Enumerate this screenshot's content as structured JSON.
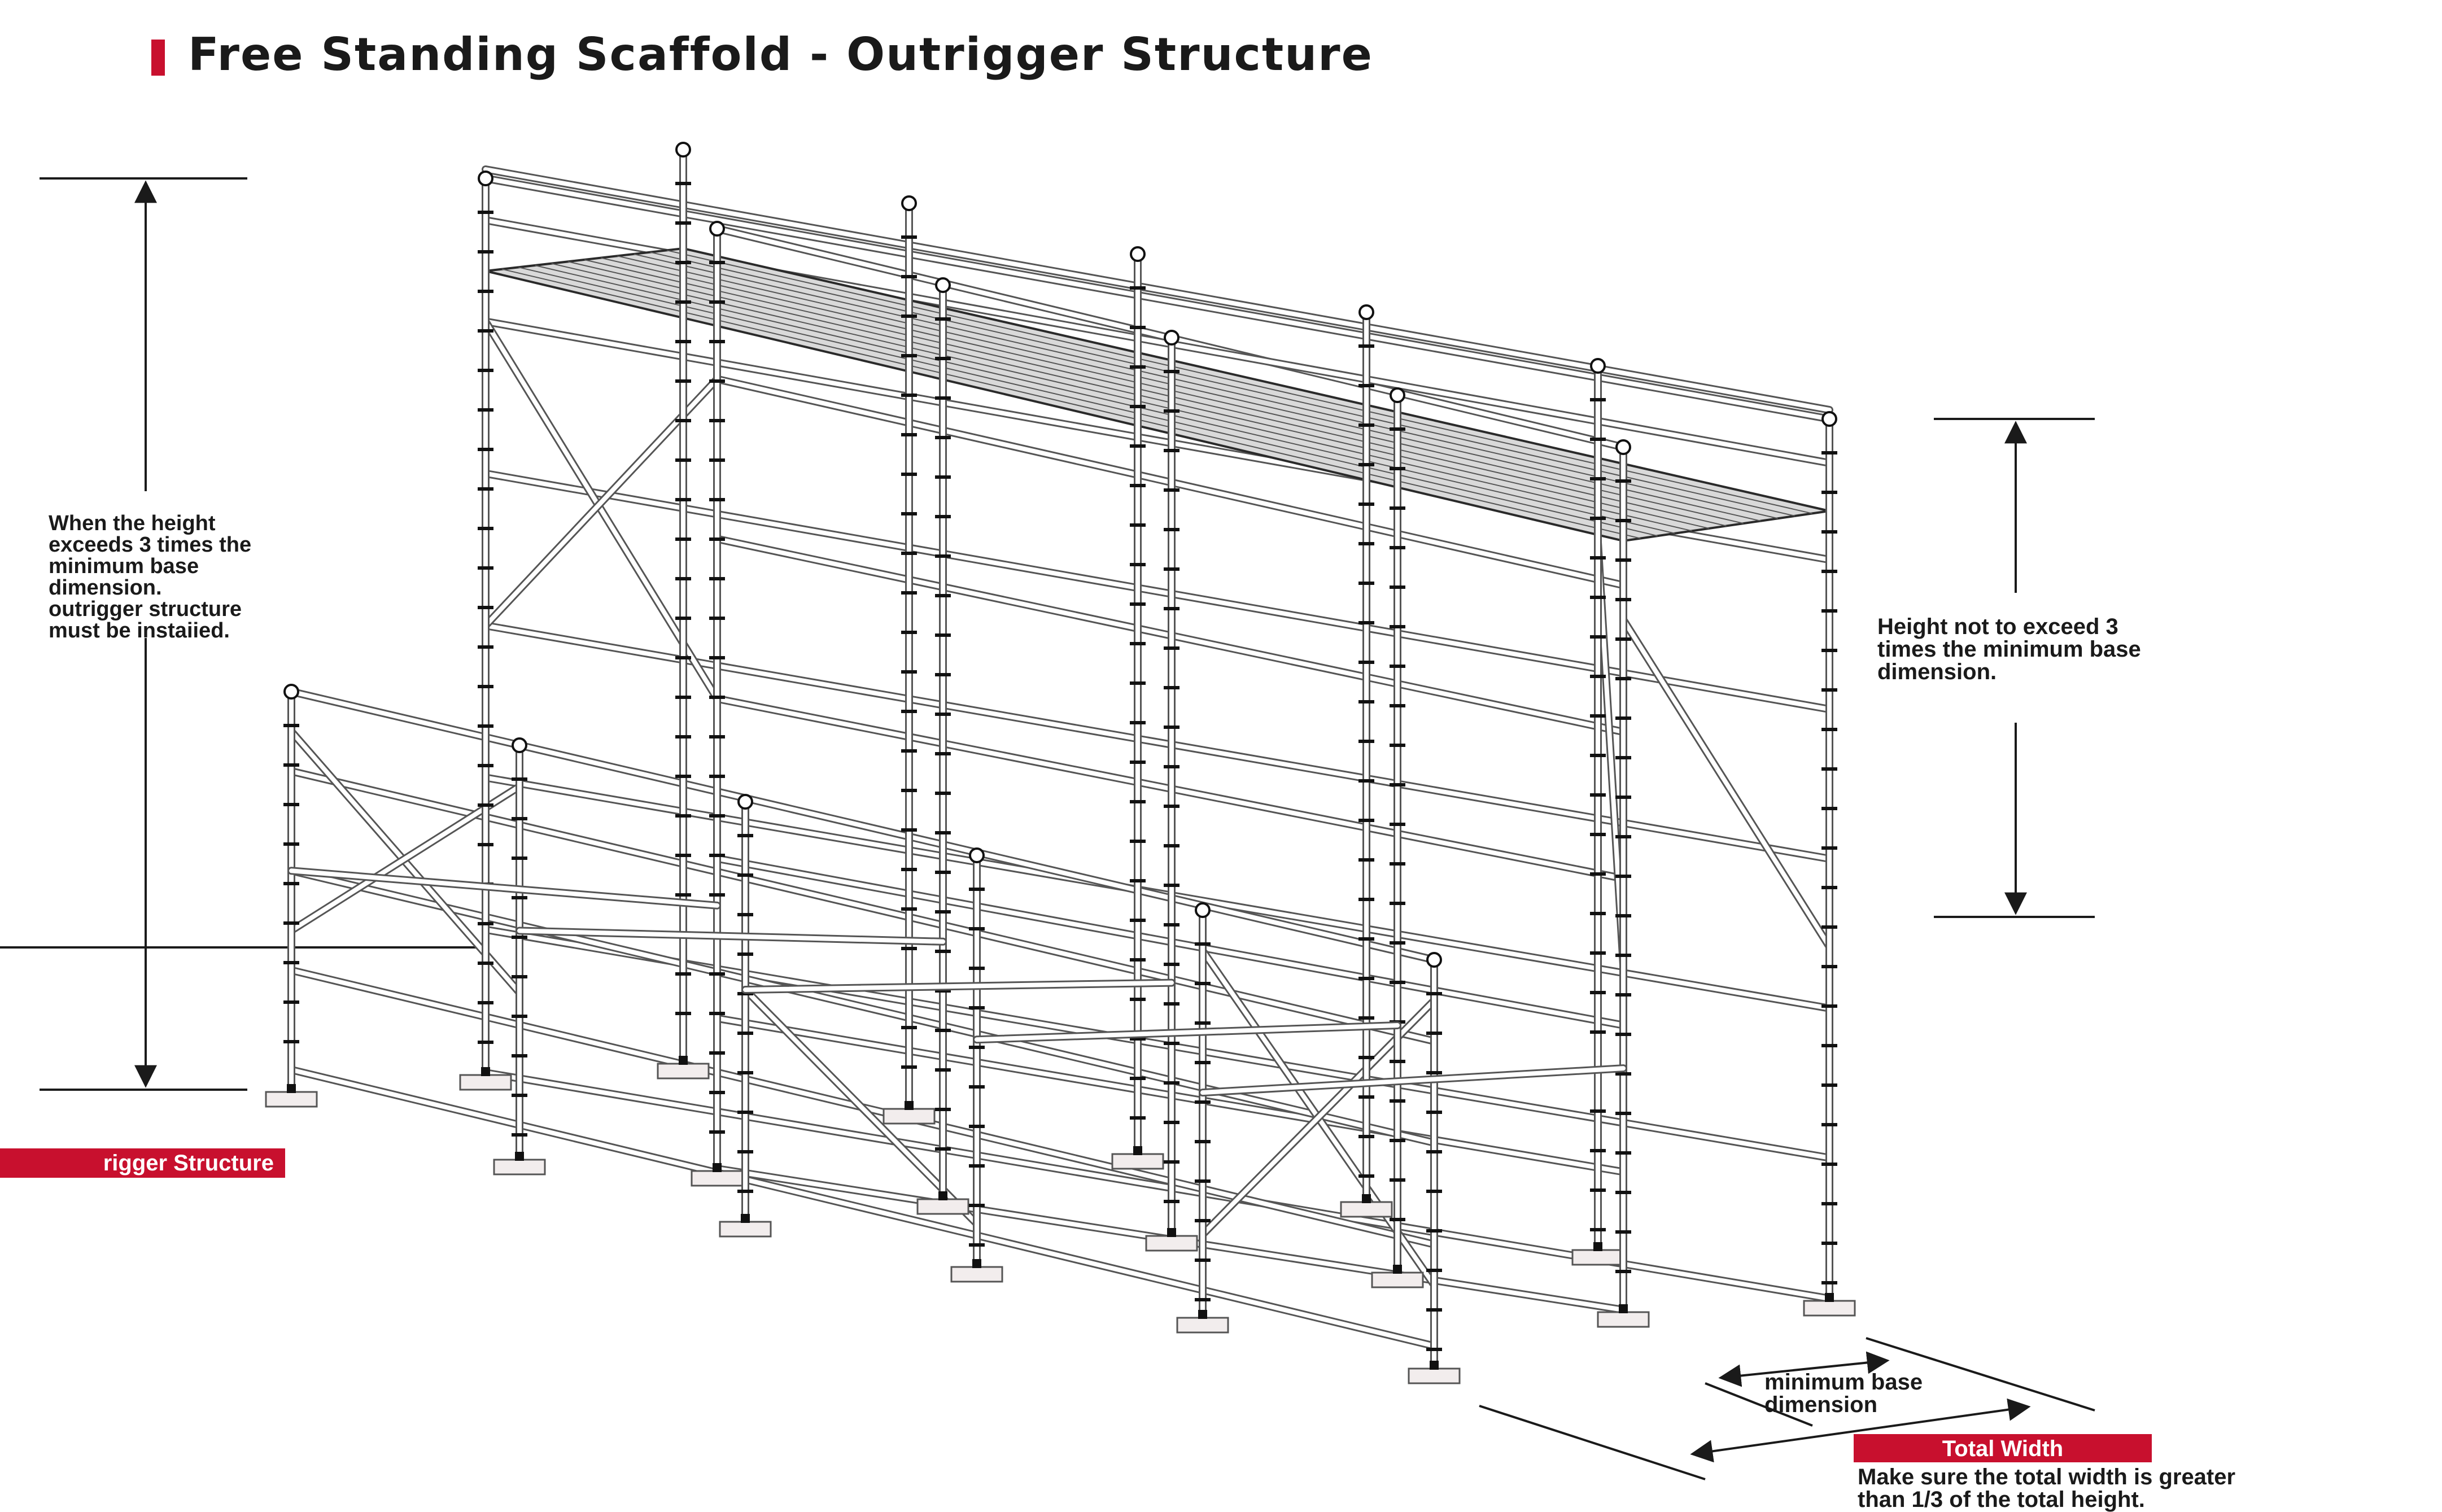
{
  "title": "Free Standing Scaffold - Outrigger Structure",
  "notes": {
    "left": "When the height\nexceeds 3 times the\nminimum base\ndimension.\noutrigger structure\nmust be instaiied.",
    "right": "Height not to exceed 3\ntimes the minimum base\ndimension.",
    "min_base": "minimum base\ndimension",
    "bottom": "Make sure the total width is greater\nthan 1/3 of the total height."
  },
  "labels": {
    "outrigger_tag": "rigger Structure",
    "total_width_tag": "Total Width"
  },
  "colors": {
    "accent": "#c8102e",
    "line": "#2a2a2a",
    "tube": "#555555",
    "coupler": "#111111"
  }
}
